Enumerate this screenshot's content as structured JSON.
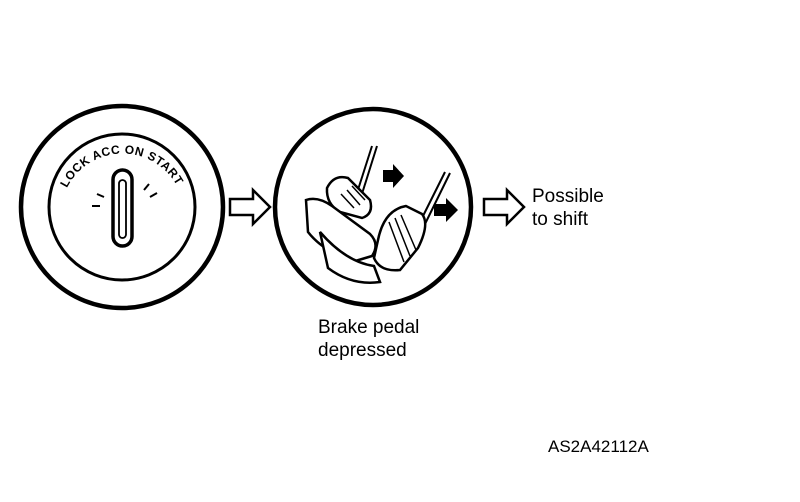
{
  "ignition": {
    "label": "LOCK ACC ON START"
  },
  "result": {
    "line1": "Possible",
    "line2": "to shift"
  },
  "brake": {
    "line1": "Brake pedal",
    "line2": "depressed"
  },
  "figure_code": "AS2A42112A"
}
